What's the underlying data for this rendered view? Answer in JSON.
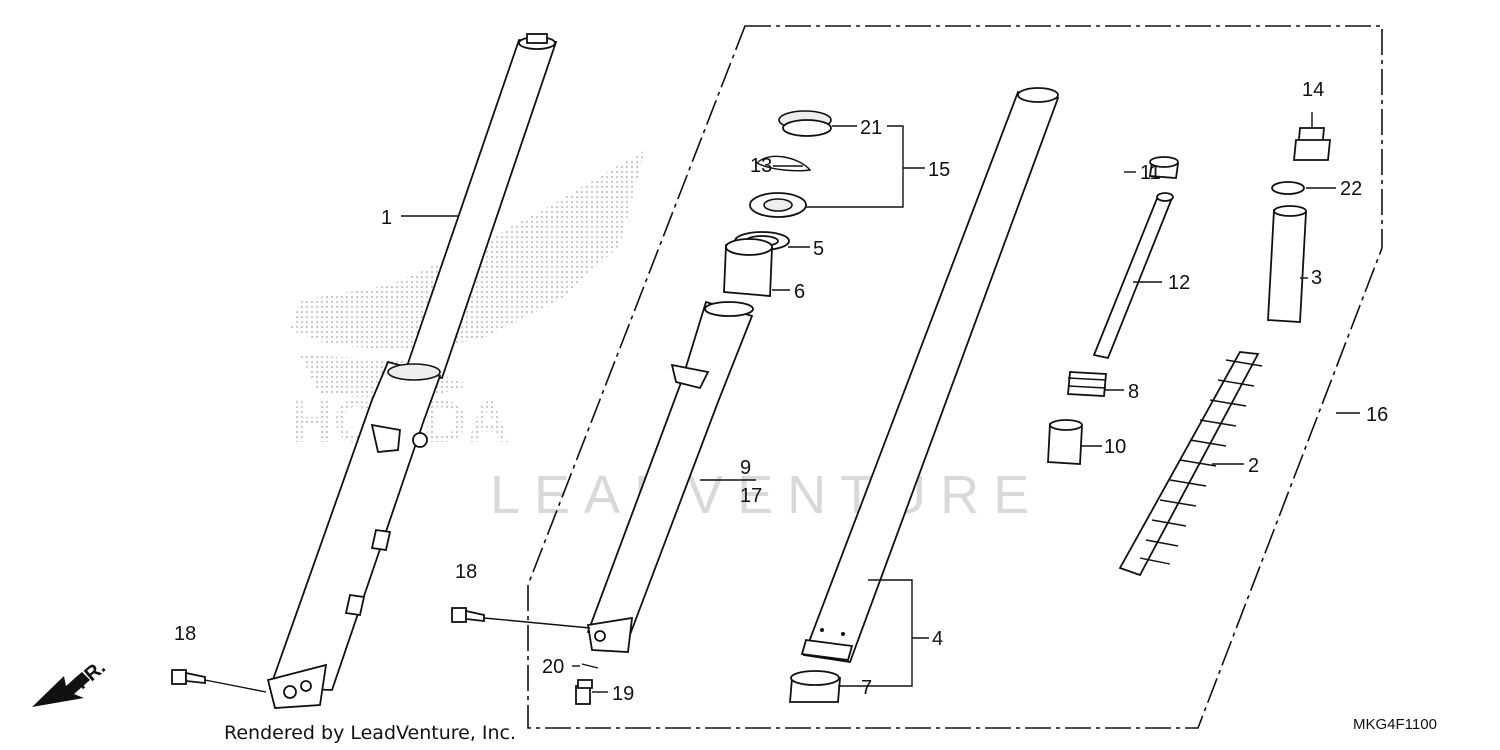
{
  "diagram": {
    "callouts": [
      "1",
      "2",
      "3",
      "4",
      "5",
      "6",
      "7",
      "8",
      "9",
      "10",
      "11",
      "12",
      "13",
      "14",
      "15",
      "16",
      "17",
      "18",
      "18",
      "19",
      "20",
      "21",
      "22"
    ],
    "watermark_brand": "HONDA",
    "watermark_text": "LEADVENTURE",
    "direction_arrow": "FR.",
    "footer_credit": "Rendered by LeadVenture, Inc.",
    "diagram_code": "MKG4F1100"
  }
}
